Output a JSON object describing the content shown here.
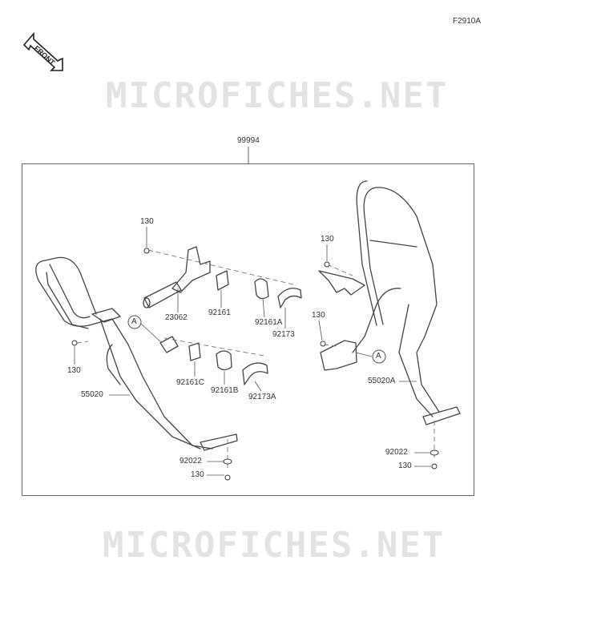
{
  "figure_code": "F2910A",
  "front_badge": "FRONT",
  "watermark_top": "MICROFICHES.NET",
  "watermark_bottom": "MICROFICHES.NET",
  "assembly_part": "99994",
  "callouts": {
    "c130_top_left": "130",
    "c23062": "23062",
    "c92161": "92161",
    "c92161A": "92161A",
    "c92173": "92173",
    "c130_left": "130",
    "c92161C": "92161C",
    "c92161B": "92161B",
    "c92173A": "92173A",
    "c55020": "55020",
    "c92022_left": "92022",
    "c130_bottom_left": "130",
    "c130_right_top": "130",
    "c130_right_mid": "130",
    "c55020A": "55020A",
    "c92022_right": "92022",
    "c130_bottom_right": "130",
    "ref_a_left": "A",
    "ref_a_right": "A"
  }
}
